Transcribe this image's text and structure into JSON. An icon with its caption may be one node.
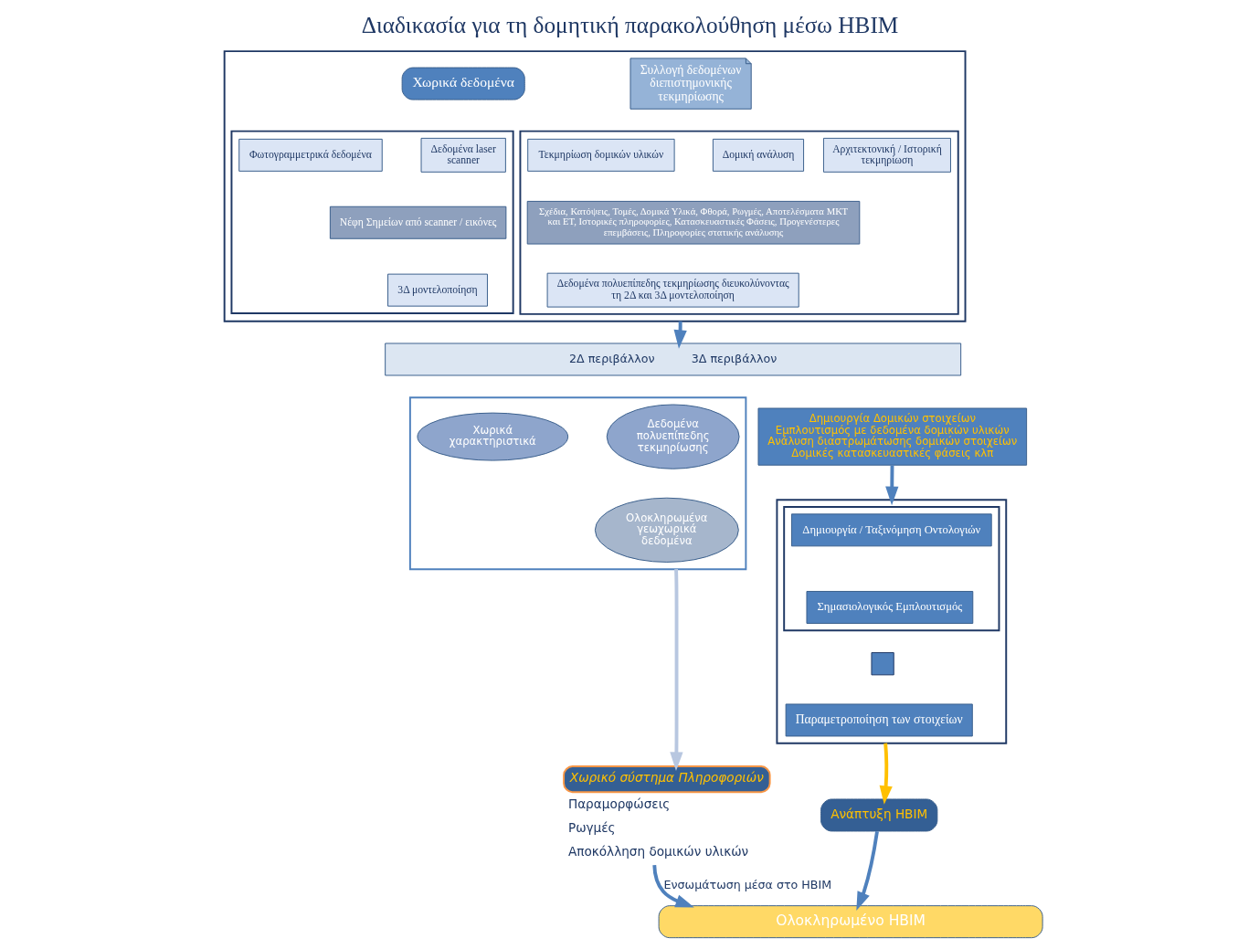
{
  "diagram": {
    "title": "Διαδικασία για τη δομητική παρακολούθηση μέσω HBIM",
    "nodes": [
      {
        "text": [],
        "shape": "box"
      },
      {
        "text": [
          "Χωρικά δεδομένα"
        ],
        "in": 0
      },
      {
        "text": [
          "Συλλογή δεδομένων διεπιστημονικής τεκμηρίωσης"
        ],
        "in": 0
      },
      {
        "text": [],
        "shape": "box",
        "in": 0
      },
      {
        "text": [
          "Δεδομένα laser scanner"
        ],
        "in": 3
      },
      {
        "text": [
          "Φωτογραμμετρικά δεδομένα"
        ],
        "in": 3
      },
      {
        "text": [
          "Νέφη Σημείων από scanner / εικόνες"
        ],
        "in": 3
      },
      {
        "text": [
          "3Δ μοντελοποίηση"
        ],
        "in": 3
      },
      {
        "text": [],
        "shape": "box",
        "in": 0
      },
      {
        "text": [
          "Αρχιτεκτονική / Ιστορική τεκμηρίωση"
        ],
        "in": 8
      },
      {
        "text": [
          "Τεκμηρίωση δομικών υλικών"
        ],
        "in": 8
      },
      {
        "text": [
          "Δομική ανάλυση"
        ],
        "in": 8
      },
      {
        "text": [
          "Σχέδια, Κατόψεις, Τομές, Δομικά Υλικά, Φθορά, Ρωγμές, Αποτελέσματα ΜΚΤ και ΕΤ, Ιστορικές πληροφορίες, Κατασκευαστικές Φάσεις, Προγενέστερες επεμβάσεις, Πληροφορίες στατικής ανάλυσης"
        ],
        "in": 8
      },
      {
        "text": [
          "Δεδομένα πολυεπίπεδης τεκμηρίωσης διευκολύνοντας τη 2Δ και 3Δ μοντελοποίηση"
        ],
        "in": 8
      },
      {
        "text": [
          "2Δ περιβάλλον",
          "3Δ περιβάλλον"
        ]
      },
      {
        "text": [],
        "shape": "funnel"
      },
      {
        "text": [
          "Χωρικά χαρακτηριστικά"
        ],
        "in": 15
      },
      {
        "text": [
          "Δεδομένα πολυεπίπεδης τεκμηρίωσης"
        ],
        "in": 15
      },
      {
        "text": [
          "Ολοκληρωμένα γεωχωρικά δεδομένα"
        ],
        "in": 15
      },
      {
        "text": [
          "Χωρικό σύστημα Πληροφοριών"
        ],
        "beside": [
          "Παραμορφώσεις",
          "Ρωγμές",
          "Αποκόλληση δομικών υλικών"
        ]
      },
      {
        "text": [
          "Δημιουργία Δομικών στοιχείων",
          "Εμπλουτισμός με δεδομένα δομικών υλικών",
          "Ανάλυση διαστρωμάτωσης δομικών στοιχείων",
          "Δομικές κατασκευαστικές φάσεις κλπ"
        ]
      },
      {
        "text": [],
        "shape": "box"
      },
      {
        "text": [],
        "shape": "box",
        "in": 21
      },
      {
        "text": [
          "Δημιουργία / Ταξινόμηση Οντολογιών"
        ],
        "in": 22
      },
      {
        "text": [
          "Σημασιολογικός Εμπλουτισμός"
        ],
        "in": 22
      },
      {
        "text": [],
        "shape": "cross",
        "in": 21
      },
      {
        "text": [
          "Παραμετροποίηση των στοιχείων"
        ],
        "in": 21
      },
      {
        "text": [
          "Ανάπτυξη HBIM"
        ]
      },
      {
        "text": [
          "Ολοκληρωμένο HBIM"
        ]
      }
    ],
    "edges": [
      {
        "from": 0,
        "to": 14,
        "arrow": "to"
      },
      {
        "from": 15,
        "to": 19,
        "arrow": "to",
        "color": "#b8c7e0"
      },
      {
        "from": 19,
        "to": 28,
        "arrow": "to",
        "label": "Ενσωμάτωση μέσα στο HBIM"
      },
      {
        "from": 20,
        "to": 21,
        "arrow": "to"
      },
      {
        "from": 21,
        "to": 27,
        "arrow": "to",
        "color": "#ffc000"
      },
      {
        "from": 27,
        "to": 28,
        "arrow": "to"
      }
    ]
  }
}
